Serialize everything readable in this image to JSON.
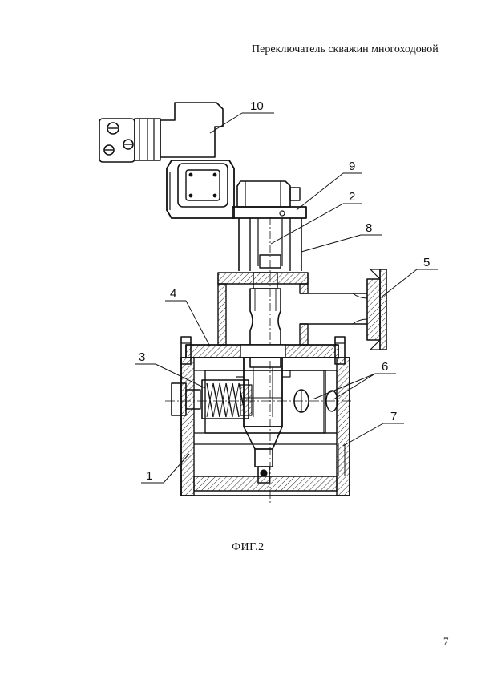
{
  "header": {
    "title": "Переключатель скважин многоходовой"
  },
  "figure": {
    "caption": "ФИГ.2",
    "callouts": [
      "10",
      "9",
      "2",
      "8",
      "5",
      "4",
      "3",
      "6",
      "7",
      "1"
    ]
  },
  "footer": {
    "page_number": "7"
  }
}
